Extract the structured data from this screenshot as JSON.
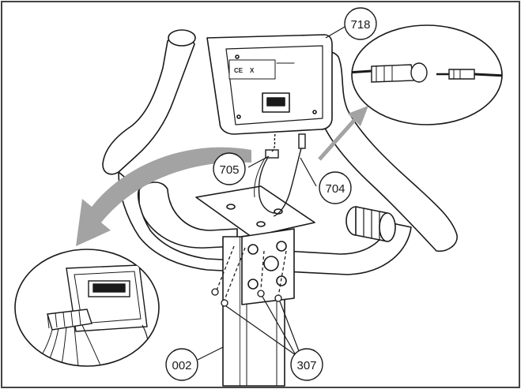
{
  "callouts": {
    "console": "718",
    "cable_large": "705",
    "cable_audio": "704",
    "frame": "002",
    "screws": "307"
  },
  "console_marks": {
    "ce": "CE",
    "x": "X"
  },
  "colors": {
    "line": "#1a1a1a",
    "arrow": "#9a9a9a",
    "fill": "#ffffff",
    "shade": "#cfcfcf"
  },
  "icons": {
    "arrow_to_connector": "curved-arrow-icon",
    "arrow_to_audio": "straight-arrow-icon"
  }
}
